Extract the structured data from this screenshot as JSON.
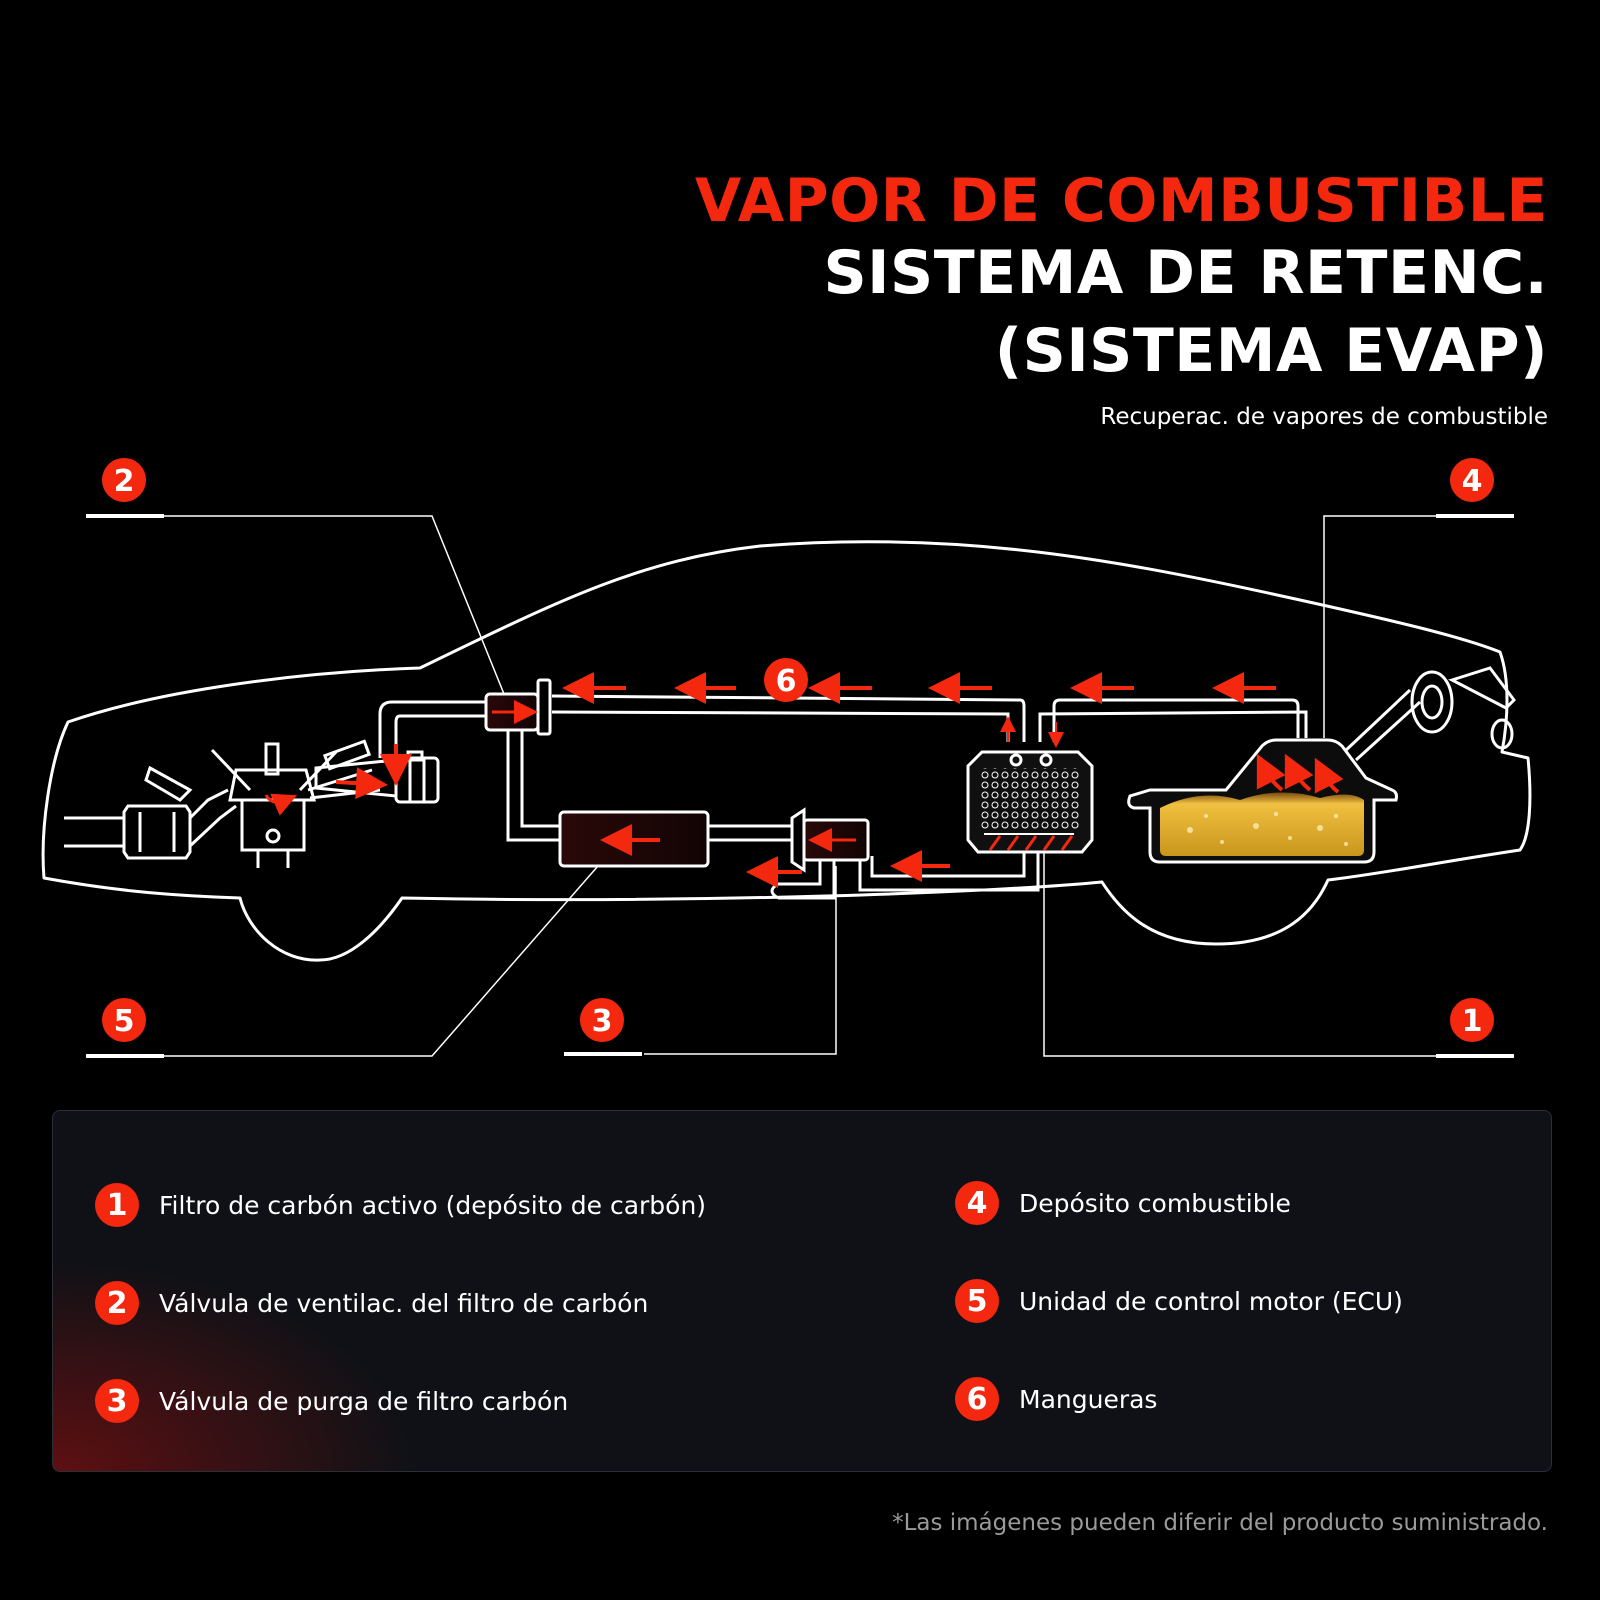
{
  "header": {
    "title_line1": "VAPOR DE COMBUSTIBLE",
    "title_line2": "SISTEMA DE RETENC.",
    "title_line3": "(SISTEMA EVAP)",
    "subtitle": "Recuperac. de vapores de combustible"
  },
  "diagram": {
    "callouts": [
      "2",
      "4",
      "6",
      "5",
      "3",
      "1"
    ]
  },
  "legend": {
    "items": [
      {
        "num": "1",
        "label": "Filtro de carbón activo (depósito de carbón)"
      },
      {
        "num": "2",
        "label": "Válvula de ventilac. del filtro de carbón"
      },
      {
        "num": "3",
        "label": "Válvula de purga de filtro carbón"
      },
      {
        "num": "4",
        "label": "Depósito combustible"
      },
      {
        "num": "5",
        "label": "Unidad de control motor (ECU)"
      },
      {
        "num": "6",
        "label": "Mangueras"
      }
    ]
  },
  "footnote": "*Las imágenes pueden diferir del producto suministrado.",
  "colors": {
    "accent": "#f3280f",
    "line": "#ffffff",
    "fuel": "#e8b52a"
  }
}
